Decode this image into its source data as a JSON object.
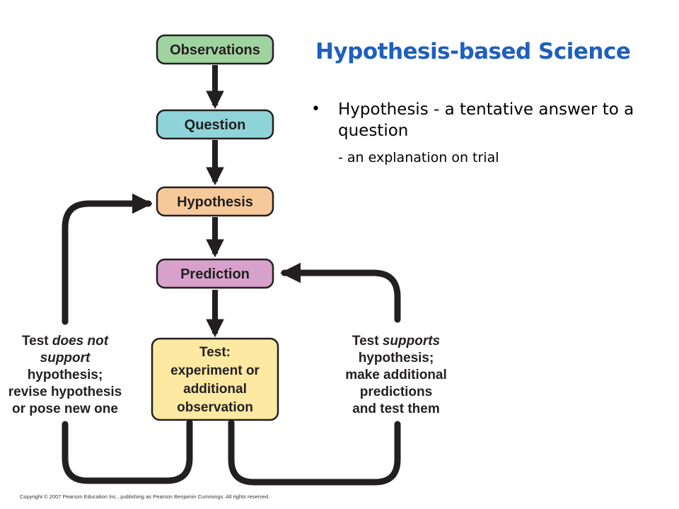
{
  "title": "Hypothesis-based Science",
  "bullet": {
    "text": "Hypothesis - a tentative answer to a question",
    "sub": "- an explanation on trial"
  },
  "boxes": {
    "observations": "Observations",
    "question": "Question",
    "hypothesis": "Hypothesis",
    "prediction": "Prediction",
    "test": [
      "Test:",
      "experiment or",
      "additional",
      "observation"
    ]
  },
  "left_label": {
    "l1_a": "Test ",
    "l1_b": "does not",
    "l2": "support",
    "l3": "hypothesis;",
    "l4": "revise hypothesis",
    "l5": "or pose new one"
  },
  "right_label": {
    "l1_a": "Test ",
    "l1_b": "supports",
    "l2": "hypothesis;",
    "l3": "make additional",
    "l4": "predictions",
    "l5": "and test them"
  },
  "copyright": "Copyright © 2007 Pearson Education Inc., publishing as Pearson Benjamin Cummings. All rights reserved.",
  "colors": {
    "observations": "#9fd3a0",
    "question": "#8fd4d8",
    "hypothesis": "#f7c99a",
    "prediction": "#d8a1cc",
    "test": "#fde9a2",
    "arrow": "#231f20",
    "title": "#1f5fbf"
  }
}
